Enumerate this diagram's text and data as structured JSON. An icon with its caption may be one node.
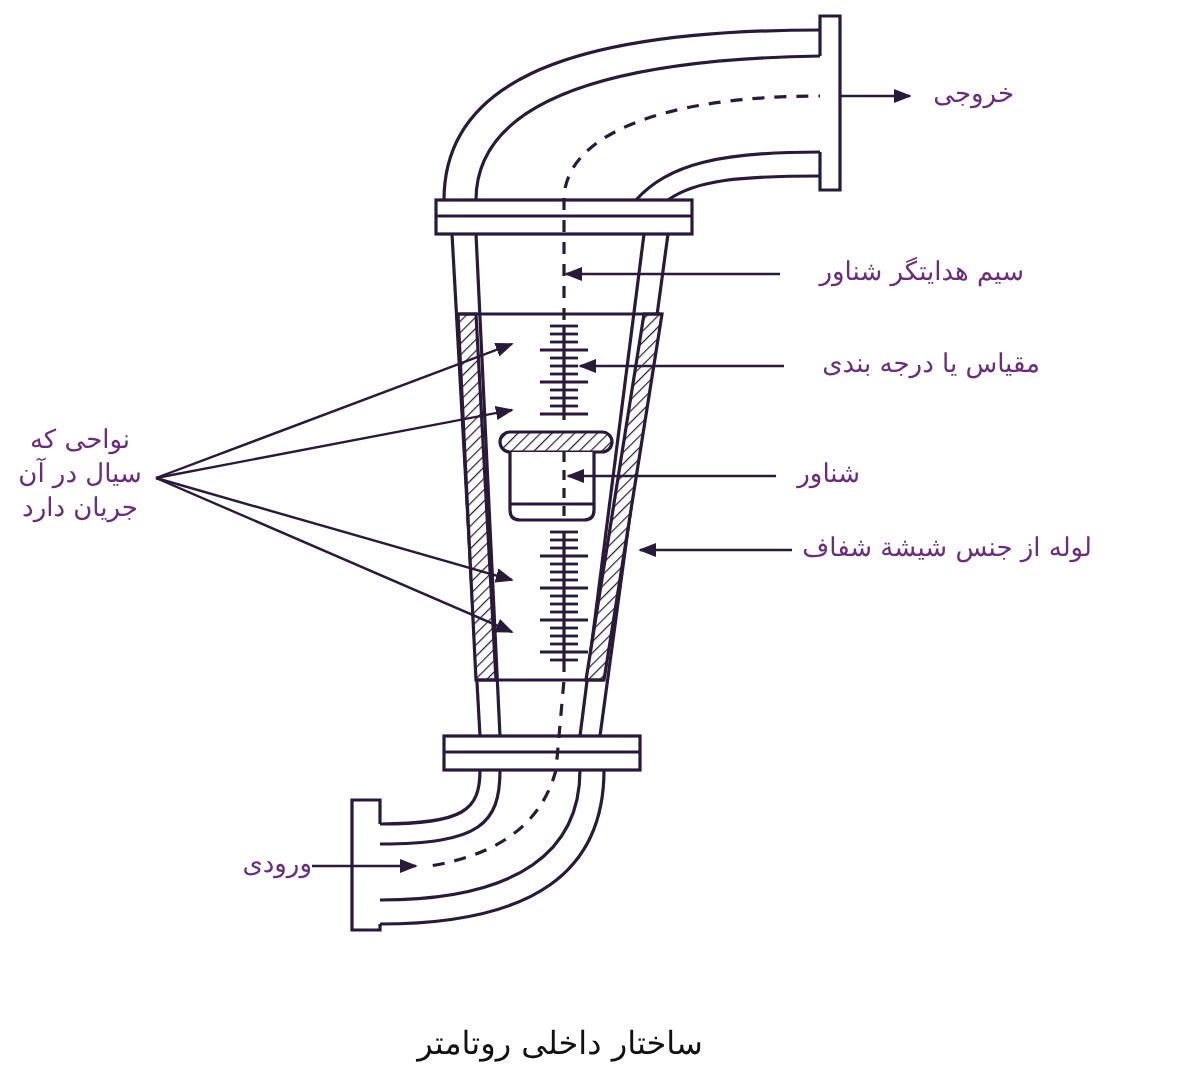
{
  "diagram": {
    "caption": "ساختار داخلی روتامتر",
    "nodes": [
      {
        "text": [
          "خروجی"
        ]
      },
      {
        "text": [
          "سیم هدایتگر شناور"
        ]
      },
      {
        "text": [
          "مقیاس یا درجه بندی"
        ]
      },
      {
        "text": [
          "شناور"
        ]
      },
      {
        "text": [
          "لوله از جنس شیشة شفاف"
        ]
      },
      {
        "text": [
          "نواحی که سیال در آن جریان دارد"
        ]
      },
      {
        "text": [
          "ورودی"
        ]
      }
    ],
    "edges": [
      {
        "from": null,
        "to": 0,
        "arrow": "to"
      },
      {
        "from": 1,
        "to": null,
        "arrow": "to"
      },
      {
        "from": 2,
        "to": null,
        "arrow": "to"
      },
      {
        "from": 3,
        "to": null,
        "arrow": "to"
      },
      {
        "from": 4,
        "to": null,
        "arrow": "to"
      },
      {
        "from": 5,
        "to": null,
        "arrow": "to"
      },
      {
        "from": 5,
        "to": null,
        "arrow": "to"
      },
      {
        "from": 5,
        "to": null,
        "arrow": "to"
      },
      {
        "from": 5,
        "to": null,
        "arrow": "to"
      },
      {
        "from": 6,
        "to": null,
        "arrow": "to"
      }
    ]
  }
}
